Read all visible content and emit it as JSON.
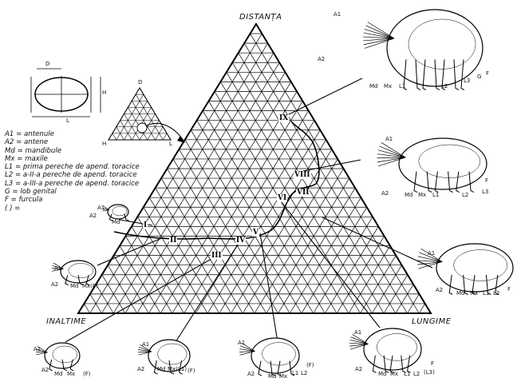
{
  "axes": {
    "top": "DISTANȚA",
    "left": "INALTIME",
    "right": "LUNGIME"
  },
  "legend": [
    "A1 = antenule",
    "A2 = antene",
    "Md = mandibule",
    "Mx = maxile",
    "L1 = prima pereche de apend. toracice",
    "L2 = a-II-a pereche de apend. toracice",
    "L3 = a-III-a pereche de apend. toracice",
    "G = lob genital",
    "F = furcula",
    "( ) ="
  ],
  "inset": {
    "top": "D",
    "left": "H",
    "right": "L"
  },
  "outline": {
    "top": "D",
    "side": "H",
    "bottom": "L"
  },
  "stages": [
    "I",
    "II",
    "III",
    "IV",
    "V",
    "VI",
    "VII",
    "VIII",
    "IX"
  ],
  "parts": {
    "A1": "A1",
    "A2": "A2",
    "Md": "Md",
    "Mx": "Mx",
    "MxL1": "Mx(L1)",
    "MxF": "Mx(F)",
    "L1": "L1",
    "L2": "L2",
    "L3": "L3",
    "L2F": "(F)",
    "L3p": "(L3)",
    "G": "G",
    "F": "F",
    "Fp": "(F)"
  },
  "colors": {
    "ink": "#111111",
    "paper": "#ffffff"
  }
}
